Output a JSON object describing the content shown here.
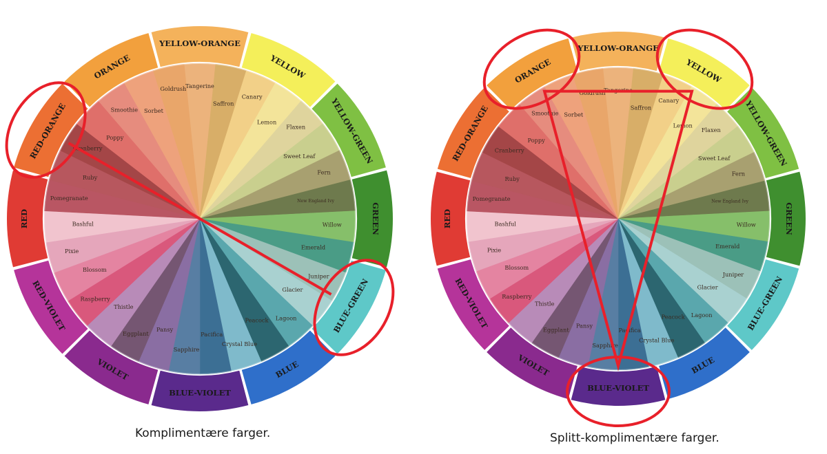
{
  "wheels": [
    {
      "caption": "Komplimentære farger.",
      "hue_ring": [
        {
          "label": "YELLOW-ORANGE",
          "color": "#f4b25b"
        },
        {
          "label": "YELLOW",
          "color": "#f4ef5a"
        },
        {
          "label": "YELLOW-GREEN",
          "color": "#7fc043"
        },
        {
          "label": "GREEN",
          "color": "#3f8f2f"
        },
        {
          "label": "BLUE-GREEN",
          "color": "#5ec8c8"
        },
        {
          "label": "BLUE",
          "color": "#2f6fca"
        },
        {
          "label": "BLUE-VIOLET",
          "color": "#5a2a8c"
        },
        {
          "label": "VIOLET",
          "color": "#8a2a8e"
        },
        {
          "label": "RED-VIOLET",
          "color": "#b5349a"
        },
        {
          "label": "RED",
          "color": "#e03b34"
        },
        {
          "label": "RED-ORANGE",
          "color": "#ec6f33"
        },
        {
          "label": "ORANGE",
          "color": "#f2a03d"
        }
      ],
      "shades": [
        {
          "label": "Tangerine",
          "color": "#ecb37c"
        },
        {
          "label": "Saffron",
          "color": "#d8ae68"
        },
        {
          "label": "Canary",
          "color": "#f2d088"
        },
        {
          "label": "Lemon",
          "color": "#f3e49a"
        },
        {
          "label": "Flaxen",
          "color": "#dfd49d"
        },
        {
          "label": "Sweet Leaf",
          "color": "#c9cf8e"
        },
        {
          "label": "Fern",
          "color": "#a8a070"
        },
        {
          "label": "New England Ivy",
          "color": "#6e7a4d"
        },
        {
          "label": "Willow",
          "color": "#86bf6a"
        },
        {
          "label": "Emerald",
          "color": "#4a9c86"
        },
        {
          "label": "Juniper",
          "color": "#9cc1b8"
        },
        {
          "label": "Glacier",
          "color": "#a9d1d0"
        },
        {
          "label": "Lagoon",
          "color": "#5aa7ad"
        },
        {
          "label": "Peacock",
          "color": "#2c6670"
        },
        {
          "label": "Crystal Blue",
          "color": "#7fbacb"
        },
        {
          "label": "Pacifica",
          "color": "#3c6f94"
        },
        {
          "label": "Sapphire",
          "color": "#587ea3"
        },
        {
          "label": "Pansy",
          "color": "#8a6ea3"
        },
        {
          "label": "Eggplant",
          "color": "#755672"
        },
        {
          "label": "Thistle",
          "color": "#b88bb8"
        },
        {
          "label": "Raspberry",
          "color": "#d9587c"
        },
        {
          "label": "Blossom",
          "color": "#e484a1"
        },
        {
          "label": "Pixie",
          "color": "#e5a6bb"
        },
        {
          "label": "Bashful",
          "color": "#f1c4ce"
        },
        {
          "label": "Pomegranate",
          "color": "#b95663"
        },
        {
          "label": "Ruby",
          "color": "#b7575e"
        },
        {
          "label": "Cranberry",
          "color": "#a44647"
        },
        {
          "label": "Poppy",
          "color": "#df6f6a"
        },
        {
          "label": "Smoothie",
          "color": "#e68c7e"
        },
        {
          "label": "Sorbet",
          "color": "#eea27c"
        },
        {
          "label": "Goldrush",
          "color": "#e9a66a"
        }
      ],
      "highlights": [
        "RED-ORANGE",
        "BLUE-GREEN"
      ]
    },
    {
      "caption": "Splitt-komplimentære farger.",
      "hue_ring": [
        {
          "label": "YELLOW-ORANGE",
          "color": "#f4b25b"
        },
        {
          "label": "YELLOW",
          "color": "#f4ef5a"
        },
        {
          "label": "YELLOW-GREEN",
          "color": "#7fc043"
        },
        {
          "label": "GREEN",
          "color": "#3f8f2f"
        },
        {
          "label": "BLUE-GREEN",
          "color": "#5ec8c8"
        },
        {
          "label": "BLUE",
          "color": "#2f6fca"
        },
        {
          "label": "BLUE-VIOLET",
          "color": "#5a2a8c"
        },
        {
          "label": "VIOLET",
          "color": "#8a2a8e"
        },
        {
          "label": "RED-VIOLET",
          "color": "#b5349a"
        },
        {
          "label": "RED",
          "color": "#e03b34"
        },
        {
          "label": "RED-ORANGE",
          "color": "#ec6f33"
        },
        {
          "label": "ORANGE",
          "color": "#f2a03d"
        }
      ],
      "shades": [
        {
          "label": "Tangerine",
          "color": "#ecb37c"
        },
        {
          "label": "Saffron",
          "color": "#d8ae68"
        },
        {
          "label": "Canary",
          "color": "#f2d088"
        },
        {
          "label": "Lemon",
          "color": "#f3e49a"
        },
        {
          "label": "Flaxen",
          "color": "#dfd49d"
        },
        {
          "label": "Sweet Leaf",
          "color": "#c9cf8e"
        },
        {
          "label": "Fern",
          "color": "#a8a070"
        },
        {
          "label": "New England Ivy",
          "color": "#6e7a4d"
        },
        {
          "label": "Willow",
          "color": "#86bf6a"
        },
        {
          "label": "Emerald",
          "color": "#4a9c86"
        },
        {
          "label": "Juniper",
          "color": "#9cc1b8"
        },
        {
          "label": "Glacier",
          "color": "#a9d1d0"
        },
        {
          "label": "Lagoon",
          "color": "#5aa7ad"
        },
        {
          "label": "Peacock",
          "color": "#2c6670"
        },
        {
          "label": "Crystal Blue",
          "color": "#7fbacb"
        },
        {
          "label": "Pacifica",
          "color": "#3c6f94"
        },
        {
          "label": "Sapphire",
          "color": "#587ea3"
        },
        {
          "label": "Pansy",
          "color": "#8a6ea3"
        },
        {
          "label": "Eggplant",
          "color": "#755672"
        },
        {
          "label": "Thistle",
          "color": "#b88bb8"
        },
        {
          "label": "Raspberry",
          "color": "#d9587c"
        },
        {
          "label": "Blossom",
          "color": "#e484a1"
        },
        {
          "label": "Pixie",
          "color": "#e5a6bb"
        },
        {
          "label": "Bashful",
          "color": "#f1c4ce"
        },
        {
          "label": "Pomegranate",
          "color": "#b95663"
        },
        {
          "label": "Ruby",
          "color": "#b7575e"
        },
        {
          "label": "Cranberry",
          "color": "#a44647"
        },
        {
          "label": "Poppy",
          "color": "#df6f6a"
        },
        {
          "label": "Smoothie",
          "color": "#e68c7e"
        },
        {
          "label": "Sorbet",
          "color": "#eea27c"
        },
        {
          "label": "Goldrush",
          "color": "#e9a66a"
        }
      ],
      "highlights": [
        "ORANGE",
        "YELLOW",
        "BLUE-VIOLET"
      ]
    }
  ],
  "accent_color": "#e8202a"
}
